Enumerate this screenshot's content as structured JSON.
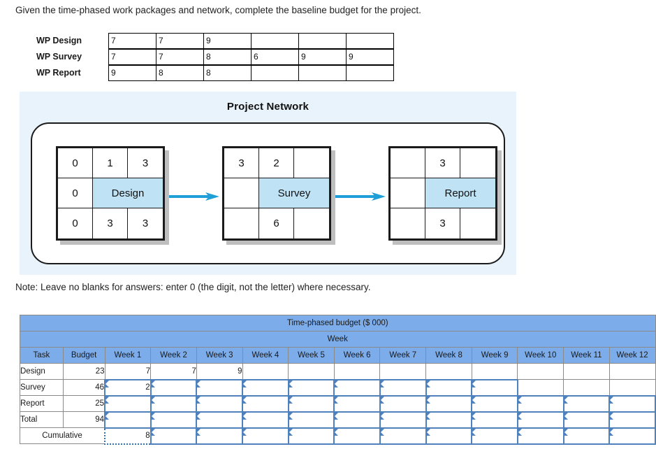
{
  "prompt": "Given the time-phased work packages and network, complete the baseline budget for the project.",
  "note": "Note: Leave no blanks for answers: enter 0 (the digit, not the letter) where necessary.",
  "work_packages": {
    "rows": [
      {
        "label": "WP Design",
        "cells": [
          "7",
          "7",
          "9",
          "",
          "",
          ""
        ]
      },
      {
        "label": "WP Survey",
        "cells": [
          "7",
          "7",
          "8",
          "6",
          "9",
          "9"
        ]
      },
      {
        "label": "WP Report",
        "cells": [
          "9",
          "8",
          "8",
          "",
          "",
          ""
        ]
      }
    ]
  },
  "network": {
    "title": "Project Network",
    "nodes": [
      {
        "name": "Design",
        "top": [
          "0",
          "1",
          "3"
        ],
        "left_middle": "0",
        "bottom": [
          "0",
          "3",
          "3"
        ]
      },
      {
        "name": "Survey",
        "top": [
          "3",
          "2",
          ""
        ],
        "left_middle": "",
        "bottom": [
          "",
          "6",
          ""
        ]
      },
      {
        "name": "Report",
        "top": [
          "",
          "3",
          ""
        ],
        "left_middle": "",
        "bottom": [
          "",
          "3",
          ""
        ]
      }
    ]
  },
  "budget_table": {
    "title": "Time-phased budget ($ 000)",
    "week_group_label": "Week",
    "columns": [
      "Task",
      "Budget",
      "Week 1",
      "Week 2",
      "Week 3",
      "Week 4",
      "Week 5",
      "Week 6",
      "Week 7",
      "Week 8",
      "Week 9",
      "Week 10",
      "Week 11",
      "Week 12"
    ],
    "rows": [
      {
        "task": "Design",
        "budget": "23",
        "weeks": [
          "7",
          "7",
          "9",
          "",
          "",
          "",
          "",
          "",
          "",
          "",
          "",
          ""
        ],
        "input_flags": [
          false,
          false,
          false,
          false,
          false,
          false,
          false,
          false,
          false,
          false,
          false,
          false
        ]
      },
      {
        "task": "Survey",
        "budget": "46",
        "weeks": [
          "2",
          "",
          "",
          "",
          "",
          "",
          "",
          "",
          "",
          "",
          "",
          ""
        ],
        "input_flags": [
          true,
          true,
          true,
          true,
          true,
          true,
          true,
          true,
          true,
          false,
          false,
          false
        ]
      },
      {
        "task": "Report",
        "budget": "25",
        "weeks": [
          "",
          "",
          "",
          "",
          "",
          "",
          "",
          "",
          "",
          "",
          "",
          ""
        ],
        "input_flags": [
          true,
          true,
          true,
          true,
          true,
          true,
          true,
          true,
          true,
          true,
          true,
          true
        ]
      },
      {
        "task": "Total",
        "budget": "94",
        "weeks": [
          "",
          "",
          "",
          "",
          "",
          "",
          "",
          "",
          "",
          "",
          "",
          ""
        ],
        "input_flags": [
          true,
          true,
          true,
          true,
          true,
          true,
          true,
          true,
          true,
          true,
          true,
          true
        ]
      }
    ],
    "cumulative": {
      "label": "Cumulative",
      "weeks": [
        "8",
        "",
        "",
        "",
        "",
        "",
        "",
        "",
        "",
        "",
        "",
        ""
      ],
      "input_flags": [
        true,
        true,
        true,
        true,
        true,
        true,
        true,
        true,
        true,
        true,
        true,
        true
      ],
      "focused_index": 0
    }
  },
  "colors": {
    "panel_bg": "#e8f3fb",
    "node_fill": "#bfe2f5",
    "arrow": "#1f9fd8",
    "header_blue": "#7cacea",
    "input_border": "#4f81bd"
  }
}
